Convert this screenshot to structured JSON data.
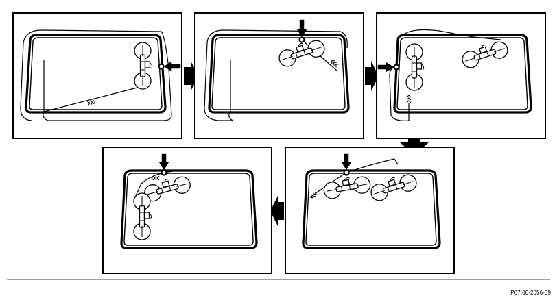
{
  "figure": {
    "reference_code": "P67.00-2056-09",
    "panel_count": 5,
    "sequence_order": [
      "step-1",
      "step-2",
      "step-3",
      "step-4",
      "step-5"
    ],
    "colors": {
      "line": "#000000",
      "background": "#ffffff"
    }
  }
}
